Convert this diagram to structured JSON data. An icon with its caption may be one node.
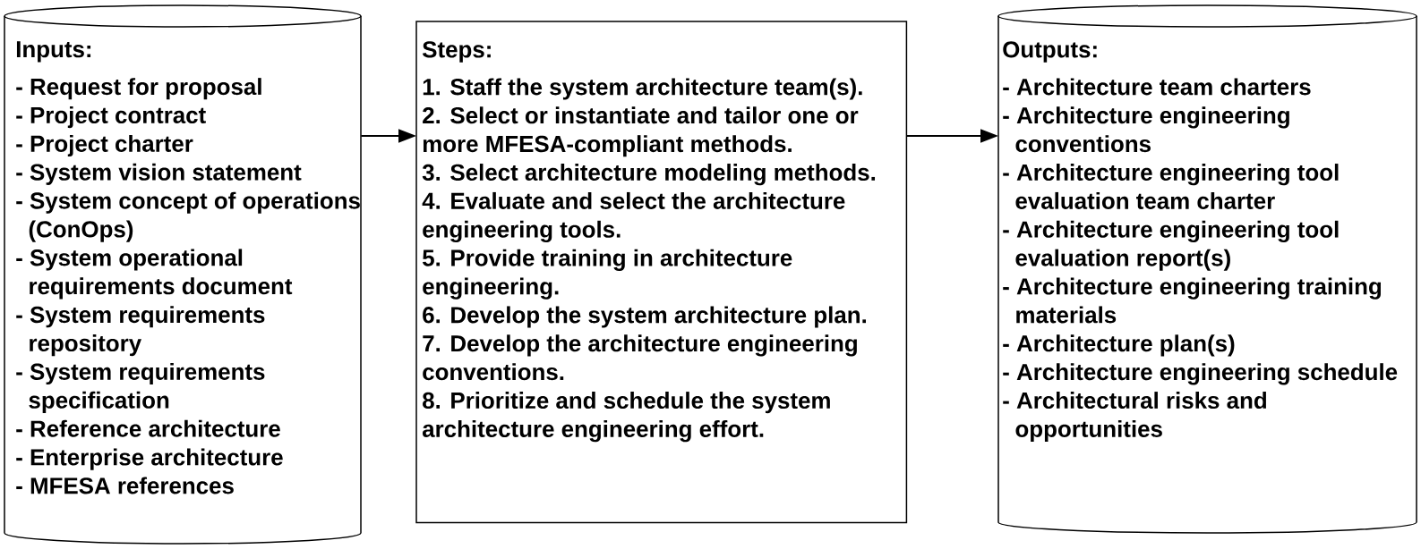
{
  "diagram": {
    "nodes": [
      {
        "text": [
          "Inputs:",
          "- Request for proposal",
          "- Project contract",
          "- Project charter",
          "- System vision statement",
          "- System concept of operations (ConOps)",
          "- System operational requirements document",
          "- System requirements repository",
          "- System requirements specification",
          "- Reference architecture",
          "- Enterprise architecture",
          "- MFESA references"
        ]
      },
      {
        "text": [
          "Steps:",
          "1. Staff the system architecture team(s).",
          "2. Select or instantiate and tailor one or more MFESA-compliant methods.",
          "3. Select architecture modeling methods.",
          "4. Evaluate and select the architecture engineering tools.",
          "5. Provide training in architecture engineering.",
          "6. Develop the system architecture plan.",
          "7. Develop the architecture engineering conventions.",
          "8. Prioritize and schedule the system architecture engineering effort."
        ]
      },
      {
        "text": [
          "Outputs:",
          "- Architecture team charters",
          "- Architecture engineering conventions",
          "- Architecture engineering tool evaluation team charter",
          "- Architecture engineering tool evaluation report(s)",
          "- Architecture engineering training materials",
          "- Architecture plan(s)",
          "- Architecture engineering schedule",
          "- Architectural risks and opportunities"
        ]
      }
    ],
    "edges": [
      {
        "from": 0,
        "to": 1,
        "arrow": "to"
      },
      {
        "from": 1,
        "to": 2,
        "arrow": "to"
      }
    ]
  }
}
